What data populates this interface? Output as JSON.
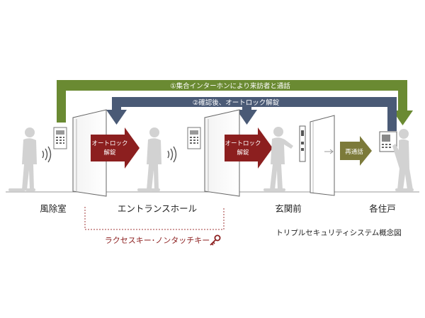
{
  "flows": {
    "green_label": "①集合インターホンにより来訪者と通話",
    "slate_label": "②確認後、オートロック解錠"
  },
  "arrows": {
    "autolock_1": [
      "オートロック",
      "解錠"
    ],
    "autolock_2": [
      "オートロック",
      "解錠"
    ],
    "recall": "再通話"
  },
  "areas": {
    "windbreak": "風除室",
    "entrance_hall": "エントランスホール",
    "front_door": "玄関前",
    "unit": "各住戸"
  },
  "keyless": {
    "label": "ラクセスキー･ノンタッチキー",
    "icon": "key-icon"
  },
  "caption": "トリプルセキュリティシステム概念図",
  "colors": {
    "green": "#6a8a32",
    "slate": "#4a5a76",
    "red": "#8c1f1f",
    "olive": "#7c7a3a",
    "dotted": "#a23a3a",
    "figure": "#cfcfcf",
    "line": "#9a9a9a"
  }
}
